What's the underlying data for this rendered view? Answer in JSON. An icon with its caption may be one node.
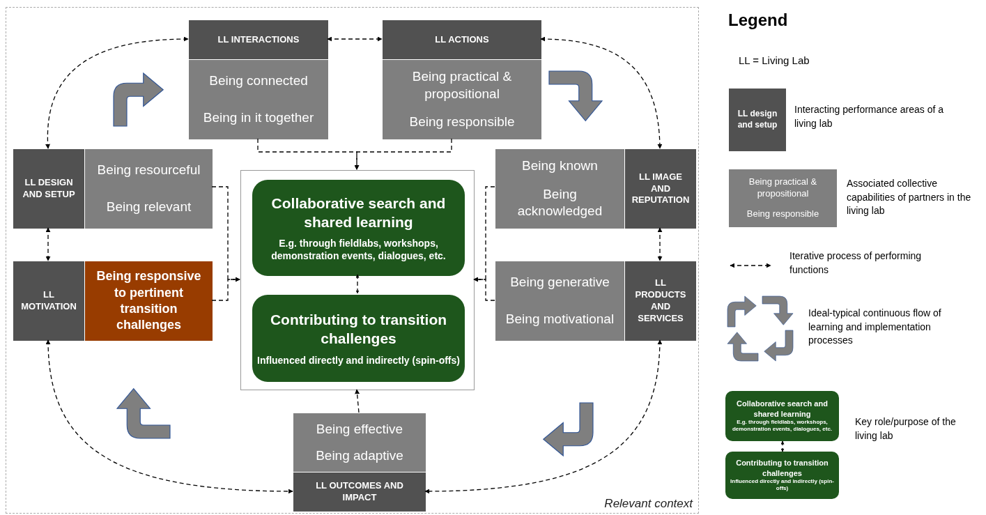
{
  "diagram": {
    "nodes": [
      {
        "text": [
          "Relevant context"
        ]
      },
      {
        "text": [
          "LL INTERACTIONS"
        ],
        "in": 0
      },
      {
        "text": [
          "Being connected",
          "Being in it together"
        ],
        "in": 0
      },
      {
        "text": [
          "LL ACTIONS"
        ],
        "in": 0
      },
      {
        "text": [
          "Being practical & propositional",
          "Being responsible"
        ],
        "in": 0
      },
      {
        "text": [
          "LL DESIGN AND SETUP"
        ],
        "in": 0
      },
      {
        "text": [
          "Being resourceful",
          "Being relevant"
        ],
        "in": 0
      },
      {
        "text": [
          "LL MOTIVATION"
        ],
        "in": 0
      },
      {
        "text": [
          "Being responsive to pertinent transition challenges"
        ],
        "in": 0
      },
      {
        "text": [],
        "shape": "box",
        "in": 0
      },
      {
        "text": [
          "Collaborative search and shared learning",
          "E.g. through fieldlabs, workshops, demonstration events, dialogues, etc."
        ],
        "in": 9
      },
      {
        "text": [
          "Contributing to transition challenges",
          "Influenced directly and indirectly (spin-offs)"
        ],
        "in": 9
      },
      {
        "text": [
          "Being known",
          "Being acknowledged"
        ],
        "in": 0
      },
      {
        "text": [
          "LL IMAGE AND REPUTATION"
        ],
        "in": 0
      },
      {
        "text": [
          "Being generative",
          "Being motivational"
        ],
        "in": 0
      },
      {
        "text": [
          "LL PRODUCTS AND SERVICES"
        ],
        "in": 0
      },
      {
        "text": [
          "Being effective",
          "Being adaptive"
        ],
        "in": 0
      },
      {
        "text": [
          "LL OUTCOMES AND IMPACT"
        ],
        "in": 0
      },
      {
        "text": [
          "LL design and setup"
        ]
      },
      {
        "text": [
          "Being practical & propositional",
          "Being responsible"
        ]
      },
      {
        "text": [
          "Collaborative search and shared learning",
          "E.g. through fieldlabs, workshops, demonstration events, dialogues, etc."
        ]
      },
      {
        "text": [
          "Contributing to transition challenges",
          "Influenced directly and indirectly (spin-offs)"
        ]
      }
    ],
    "edges": [
      {
        "from": 5,
        "to": 1,
        "arrow": "both",
        "style": "dashed"
      },
      {
        "from": 1,
        "to": 3,
        "arrow": "both",
        "style": "dashed"
      },
      {
        "from": 3,
        "to": 13,
        "arrow": "both",
        "style": "dashed"
      },
      {
        "from": 5,
        "to": 7,
        "arrow": "both",
        "style": "dashed"
      },
      {
        "from": 13,
        "to": 15,
        "arrow": "both",
        "style": "dashed"
      },
      {
        "from": 7,
        "to": 17,
        "arrow": "both",
        "style": "dashed"
      },
      {
        "from": 15,
        "to": 17,
        "arrow": "both",
        "style": "dashed"
      },
      {
        "from": 2,
        "to": 9,
        "arrow": "to",
        "style": "dashed"
      },
      {
        "from": 4,
        "to": 9,
        "arrow": "to",
        "style": "dashed"
      },
      {
        "from": 6,
        "to": 9,
        "arrow": "to",
        "style": "dashed"
      },
      {
        "from": 8,
        "to": 9,
        "arrow": "to",
        "style": "dashed"
      },
      {
        "from": 12,
        "to": 9,
        "arrow": "to",
        "style": "dashed"
      },
      {
        "from": 14,
        "to": 9,
        "arrow": "to",
        "style": "dashed"
      },
      {
        "from": 16,
        "to": 9,
        "arrow": "to",
        "style": "dashed"
      },
      {
        "from": 10,
        "to": 11,
        "arrow": "both",
        "style": "dashed"
      },
      {
        "from": 20,
        "to": 21,
        "arrow": "both",
        "style": "dashed"
      }
    ],
    "labels": [
      "Legend",
      "LL = Living Lab"
    ],
    "legend": [
      {
        "text": "Interacting performance areas of a living lab"
      },
      {
        "text": "Associated collective capabilities of partners in the living lab"
      },
      {
        "text": "Iterative process of performing functions"
      },
      {
        "text": "Ideal-typical continuous flow of learning and implementation processes"
      },
      {
        "text": "Key role/purpose of the living lab"
      }
    ]
  }
}
